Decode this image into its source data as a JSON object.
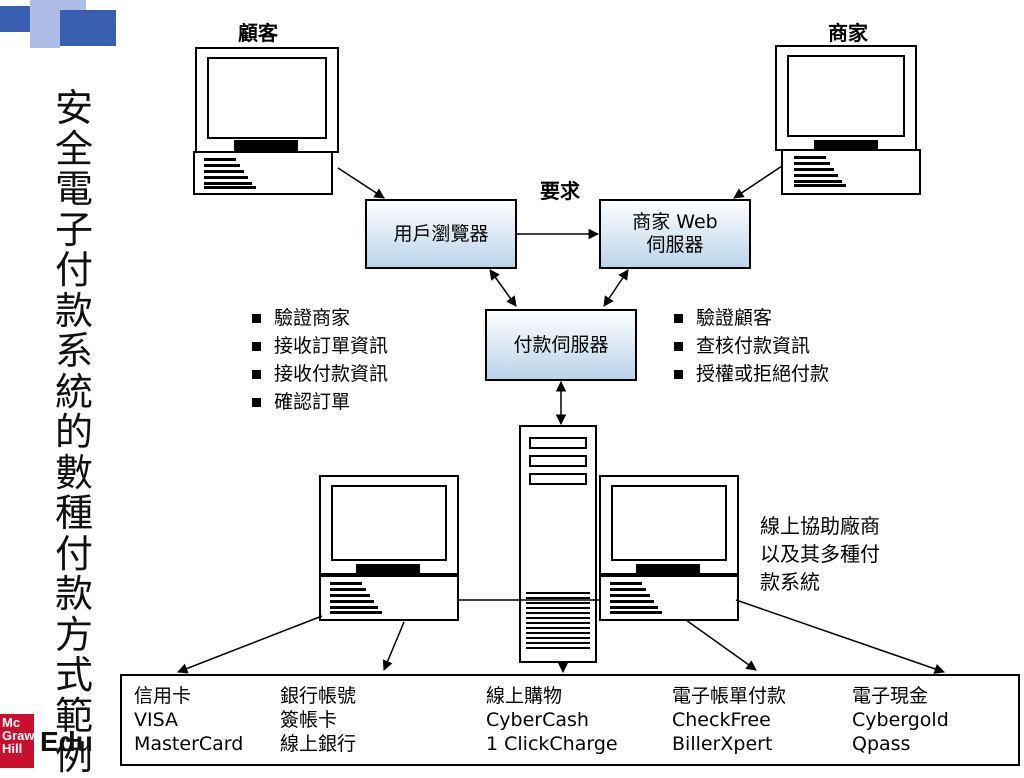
{
  "slide": {
    "title": "安全電子付款系統的數種付款方式範例"
  },
  "diagram": {
    "customer_label": "顧客",
    "merchant_label": "商家",
    "request_label": "要求",
    "browser_box": "用戶瀏覽器",
    "merchant_server_box": [
      "商家 Web",
      "伺服器"
    ],
    "payment_server_box": "付款伺服器",
    "left_tasks": [
      "驗證商家",
      "接收訂單資訊",
      "接收付款資訊",
      "確認訂單"
    ],
    "right_tasks": [
      "驗證顧客",
      "查核付款資訊",
      "授權或拒絕付款"
    ],
    "provider_note": [
      "線上協助廠商",
      "以及其多種付",
      "款系統"
    ],
    "payment_methods": [
      {
        "title": "信用卡",
        "items": [
          "VISA",
          "MasterCard"
        ]
      },
      {
        "title": "銀行帳號",
        "items": [
          "簽帳卡",
          "線上銀行"
        ]
      },
      {
        "title": "線上購物",
        "items": [
          "CyberCash",
          "1 ClickCharge"
        ]
      },
      {
        "title": "電子帳單付款",
        "items": [
          "CheckFree",
          "BillerXpert"
        ]
      },
      {
        "title": "電子現金",
        "items": [
          "Cybergold",
          "Qpass"
        ]
      }
    ]
  },
  "branding": {
    "logo_lines": [
      "Mc",
      "Graw",
      "Hill"
    ],
    "edu_text": "Edu"
  },
  "colors": {
    "box_fill_top": "#ffffff",
    "box_fill_bottom": "#b9d3ea",
    "logo_red": "#c8102e",
    "square_blue": "#3a5fb0",
    "square_light": "#aebde6"
  }
}
